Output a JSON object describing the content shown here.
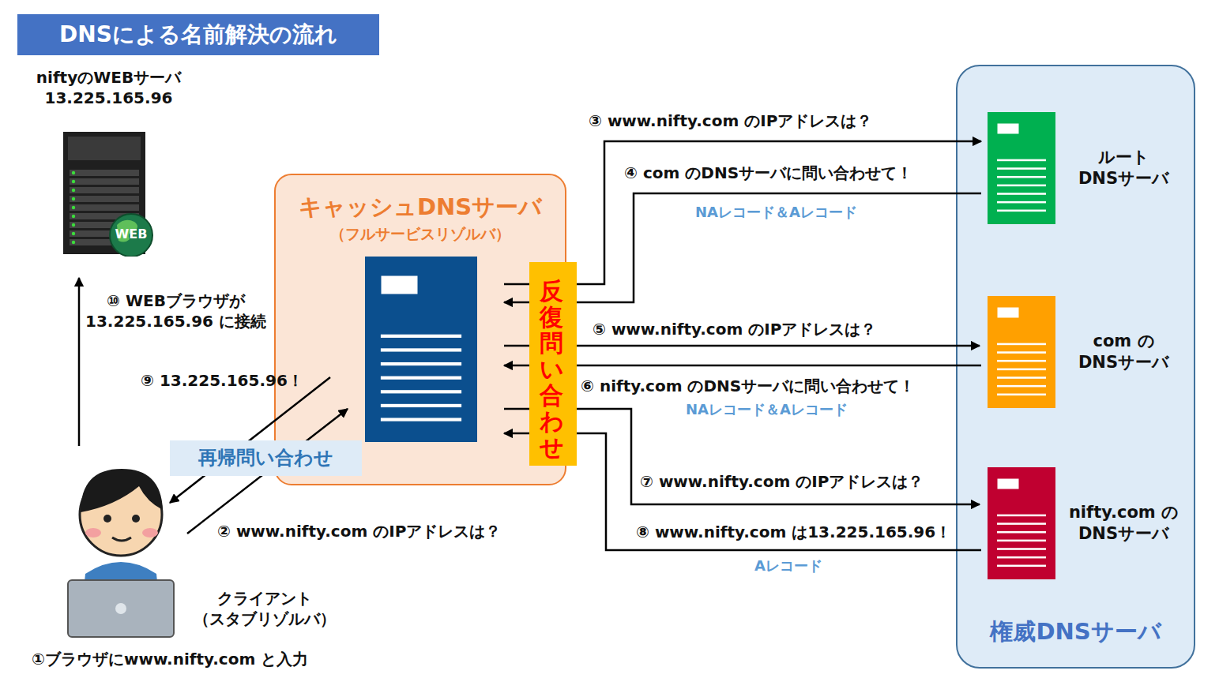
{
  "diagram": {
    "title": "DNSによる名前解決の流れ",
    "nodes": [
      {
        "text": [
          "niftyのWEBサーバ 13.225.165.96"
        ]
      },
      {
        "text": [
          "キャッシュDNSサーバ",
          "（フルサービスリゾルバ）"
        ]
      },
      {
        "text": [
          "反復問い合わせ"
        ],
        "in": 1
      },
      {
        "text": [
          "再帰問い合わせ"
        ]
      },
      {
        "text": [
          "クライアント （スタブリゾルバ）",
          "①ブラウザにwww.nifty.com と入力"
        ]
      },
      {
        "text": [
          "権威DNSサーバ"
        ]
      },
      {
        "text": [
          "ルート DNSサーバ"
        ],
        "in": 5
      },
      {
        "text": [
          "com の DNSサーバ"
        ],
        "in": 5
      },
      {
        "text": [
          "nifty.com の DNSサーバ"
        ],
        "in": 5
      }
    ],
    "edges": [
      {
        "from": 4,
        "to": 1,
        "label": "② www.nifty.com のIPアドレスは？",
        "arrow": "to"
      },
      {
        "from": 1,
        "to": 4,
        "label": "⑨ 13.225.165.96！",
        "arrow": "to"
      },
      {
        "from": 4,
        "to": 0,
        "label": "⑩ WEBブラウザが 13.225.165.96 に接続",
        "arrow": "to"
      },
      {
        "from": 2,
        "to": 6,
        "label": "③ www.nifty.com のIPアドレスは？",
        "arrow": "to"
      },
      {
        "from": 6,
        "to": 2,
        "label": "④ com のDNSサーバに問い合わせて！",
        "arrow": "to"
      },
      {
        "from": 2,
        "to": 7,
        "label": "⑤ www.nifty.com のIPアドレスは？",
        "arrow": "to"
      },
      {
        "from": 7,
        "to": 2,
        "label": "⑥ nifty.com のDNSサーバに問い合わせて！",
        "arrow": "to"
      },
      {
        "from": 2,
        "to": 8,
        "label": "⑦ www.nifty.com のIPアドレスは？",
        "arrow": "to"
      },
      {
        "from": 8,
        "to": 2,
        "label": "⑧ www.nifty.com は13.225.165.96！",
        "arrow": "to"
      }
    ],
    "labels": [
      "NAレコード＆Aレコード",
      "NAレコード＆Aレコード",
      "Aレコード",
      "WEB"
    ]
  }
}
